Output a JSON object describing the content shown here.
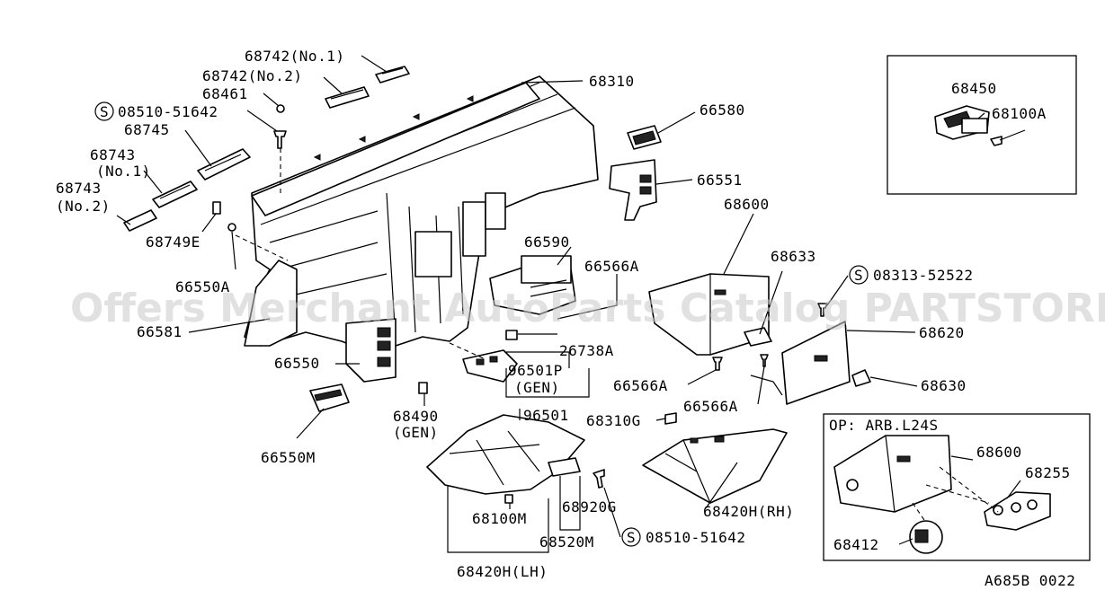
{
  "diagram": {
    "watermark": "Offers Merchant AutoParts Catalog PARTSTORE.SA",
    "code": "A685B 0022",
    "option_box_title": "OP: ARB.L24S",
    "labels": {
      "p68742_1": "68742(No.1)",
      "p68742_2": "68742(No.2)",
      "p68461": "68461",
      "p08510_a": "08510-51642",
      "p68745": "68745",
      "p68743_1a": "68743",
      "p68743_1b": "(No.1)",
      "p68743_2a": "68743",
      "p68743_2b": "(No.2)",
      "p68749e": "68749E",
      "p66550a": "66550A",
      "p66581": "66581",
      "p66550": "66550",
      "p66550m": "66550M",
      "p68310": "68310",
      "p66580": "66580",
      "p66551": "66551",
      "p68600": "68600",
      "p66590": "66590",
      "p66566a_1": "66566A",
      "p68633": "68633",
      "p08313": "08313-52522",
      "p68620": "68620",
      "p26738a": "26738A",
      "p96501p_a": "96501P",
      "p96501p_b": "(GEN)",
      "p66566a_2": "66566A",
      "p68630": "68630",
      "p66566a_3": "66566A",
      "p68490_a": "68490",
      "p68490_b": "(GEN)",
      "p96501": "96501",
      "p68310g": "68310G",
      "p68420h_rh": "68420H(RH)",
      "p68920g": "68920G",
      "p68100m": "68100M",
      "p68520m": "68520M",
      "p08510_b": "08510-51642",
      "p68420h_lh": "68420H(LH)",
      "p68450": "68450",
      "p68100a": "68100A",
      "p68600_op": "68600",
      "p68255": "68255",
      "p68412": "68412",
      "s_mark": "S"
    }
  }
}
